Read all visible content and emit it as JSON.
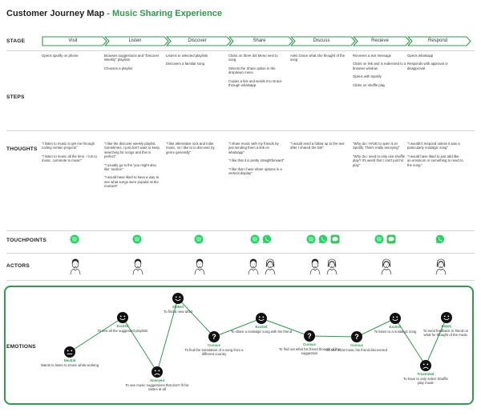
{
  "title": {
    "main": "Customer Journey Map",
    "separator": " - ",
    "accent": "Music Sharing Experience"
  },
  "row_labels": {
    "stage": "STAGE",
    "steps": "STEPS",
    "thoughts": "THOUGHTS",
    "touchpoints": "TOUCHPOINTS",
    "actors": "ACTORS",
    "emotions": "EMOTIONS"
  },
  "colors": {
    "accent": "#2e9a4c",
    "spotify": "#1ed760",
    "whatsapp": "#25d366",
    "imessage": "#34c759"
  },
  "stages": [
    "Visit",
    "Listen",
    "Discover",
    "Share",
    "Discuss",
    "Recieve",
    "Respond"
  ],
  "steps": [
    [
      "Opens spotify on phone"
    ],
    [
      "Browses suggestions and \"Discover Weekly\" playlists",
      "Chooses a playlist"
    ],
    [
      "Listens to selected playlists",
      "Discovers a familiar song"
    ],
    [
      "Clicks on three dot Menu next to song",
      "Selects the Share option in the dropdown menu",
      "Copies a link and sends it to Grace through whatsapp"
    ],
    [
      "Asks Grace what she thought of the song"
    ],
    [
      "Recieves a text message",
      "Clicks on link and is redirected to a browser window",
      "Opens with Spotify",
      "Clicks on shuffle play"
    ],
    [
      "Opens whatsapp",
      "Responds with approval or disapproval"
    ]
  ],
  "thoughts": [
    [
      "\"I listen to music to get me through coding certain projects\"",
      "\"I listen to music all the time. I run to music, commute to music\""
    ],
    [
      "\"I like the discover weekly playlist. Sometimes, I just don't want to keep searching for songs and this is perfect\"",
      "\"I usually go to the 'you might also like' section\"",
      "\"I would have liked to have a way to see what songs were popular at the moment\""
    ],
    [
      "\"I like alternative rock and indie music, so I like to to discover by genre generally\""
    ],
    [
      "\"I share music with my friends by just sending them a link on whatsapp\"",
      "\"I like that it is pretty straightforward\"",
      "\"I like that I have share options in a vertical display\""
    ],
    [
      "\"I would send a follow up to the text after I shared the link\""
    ],
    [
      "\"Why do I HAVE to open it on Spotify. That's really annoying\"",
      "\"Why do I need to only use shuffle play? It's weird that I can't just hit play\""
    ],
    [
      "\"I wouldn't respond unless it was a particularly nostalgic song\"",
      "\"I would have liked to just add like an emoticon or something to react to the song.\""
    ]
  ],
  "touchpoints": [
    [
      "spotify-icon"
    ],
    [
      "spotify-icon"
    ],
    [
      "spotify-icon"
    ],
    [
      "spotify-icon",
      "whatsapp-icon"
    ],
    [
      "spotify-icon",
      "whatsapp-icon",
      "imessage-icon"
    ],
    [
      "spotify-icon",
      "imessage-icon"
    ],
    [
      "whatsapp-icon"
    ]
  ],
  "actors": [
    [
      "male"
    ],
    [
      "male"
    ],
    [
      "male"
    ],
    [
      "male",
      "female"
    ],
    [
      "male",
      "female"
    ],
    [
      "female"
    ],
    [
      "female"
    ]
  ],
  "emotions": [
    {
      "label": "Neutral",
      "face": "neutral",
      "desc": "Wants to listen to music while working"
    },
    {
      "label": "Excited",
      "face": "happy",
      "desc": "To see all the suggested playlists"
    },
    {
      "label": "Annoyed",
      "face": "sad",
      "desc": "To see music suggestions that don't fit his tastes at all"
    },
    {
      "label": "Stoked",
      "face": "happy",
      "desc": "To find a new artist"
    },
    {
      "label": "Curious",
      "face": "question",
      "desc": "To find the translation of a song from a different country"
    },
    {
      "label": "Excited",
      "face": "happy",
      "desc": "To share a nostalgic song with his friend"
    },
    {
      "label": "Curious",
      "face": "question",
      "desc": "To find out what his friend thought of the suggestion"
    },
    {
      "label": "Curious",
      "face": "question",
      "desc": "To see what music his friend discovered"
    },
    {
      "label": "Excited",
      "face": "happy",
      "desc": "To listen to a nostalgic song"
    },
    {
      "label": "Frustrated",
      "face": "sad",
      "desc": "To have to only select Shuffle play mode"
    },
    {
      "label": "Happy",
      "face": "happy",
      "desc": "To send feedback to friend on what he thought of the music"
    }
  ]
}
